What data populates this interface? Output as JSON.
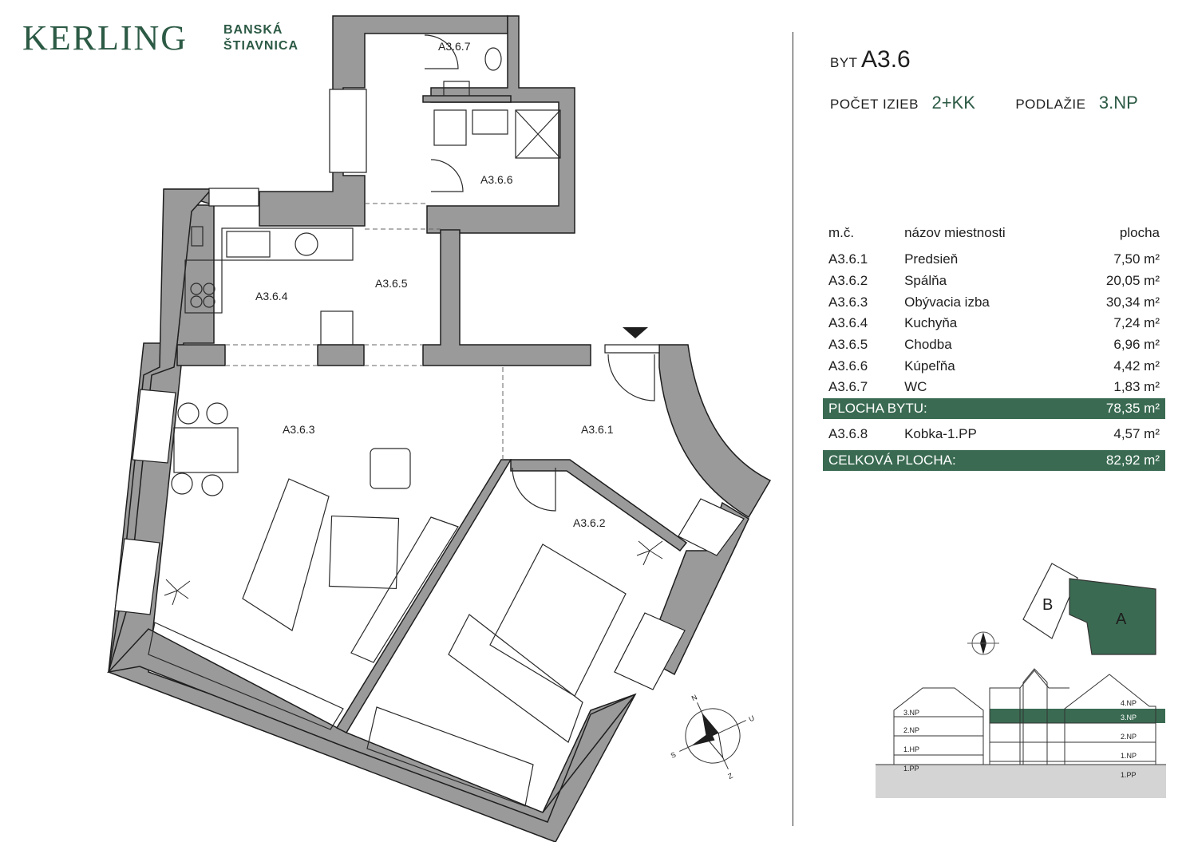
{
  "brand": {
    "name": "KERLING",
    "city_line1": "BANSKÁ",
    "city_line2": "ŠTIAVNICA",
    "color": "#2c5a45"
  },
  "unit": {
    "prefix": "BYT",
    "id": "A3.6"
  },
  "rooms_count": {
    "label": "POČET IZIEB",
    "value": "2+KK"
  },
  "floor": {
    "label": "PODLAŽIE",
    "value": "3.NP"
  },
  "table": {
    "headers": {
      "number": "m.č.",
      "name": "názov miestnosti",
      "area": "plocha"
    },
    "rows": [
      {
        "number": "A3.6.1",
        "name": "Predsieň",
        "area": "7,50 m²"
      },
      {
        "number": "A3.6.2",
        "name": "Spálňa",
        "area": "20,05 m²"
      },
      {
        "number": "A3.6.3",
        "name": "Obývacia izba",
        "area": "30,34 m²"
      },
      {
        "number": "A3.6.4",
        "name": "Kuchyňa",
        "area": "7,24 m²"
      },
      {
        "number": "A3.6.5",
        "name": "Chodba",
        "area": "6,96 m²"
      },
      {
        "number": "A3.6.6",
        "name": "Kúpeľňa",
        "area": "4,42 m²"
      },
      {
        "number": "A3.6.7",
        "name": "WC",
        "area": "1,83 m²"
      }
    ],
    "unit_area": {
      "label": "PLOCHA BYTU:",
      "value": "78,35 m²"
    },
    "cellar": {
      "number": "A3.6.8",
      "name": "Kobka-1.PP",
      "area": "4,57 m²"
    },
    "total_area": {
      "label": "CELKOVÁ PLOCHA:",
      "value": "82,92 m²"
    },
    "highlight_color": "#3a6b52"
  },
  "plan_labels": {
    "a361": "A3.6.1",
    "a362": "A3.6.2",
    "a363": "A3.6.3",
    "a364": "A3.6.4",
    "a365": "A3.6.5",
    "a366": "A3.6.6",
    "a367": "A3.6.7"
  },
  "compass": {
    "n": "N",
    "s": "S",
    "e": "U",
    "w": "Z"
  },
  "key_plan": {
    "block_b": "B",
    "block_a": "A"
  },
  "section": {
    "left_floors": [
      "3.NP",
      "2.NP",
      "1.HP",
      "1.PP"
    ],
    "right_floors": [
      "4.NP",
      "3.NP",
      "2.NP",
      "1.NP",
      "1.PP"
    ]
  }
}
